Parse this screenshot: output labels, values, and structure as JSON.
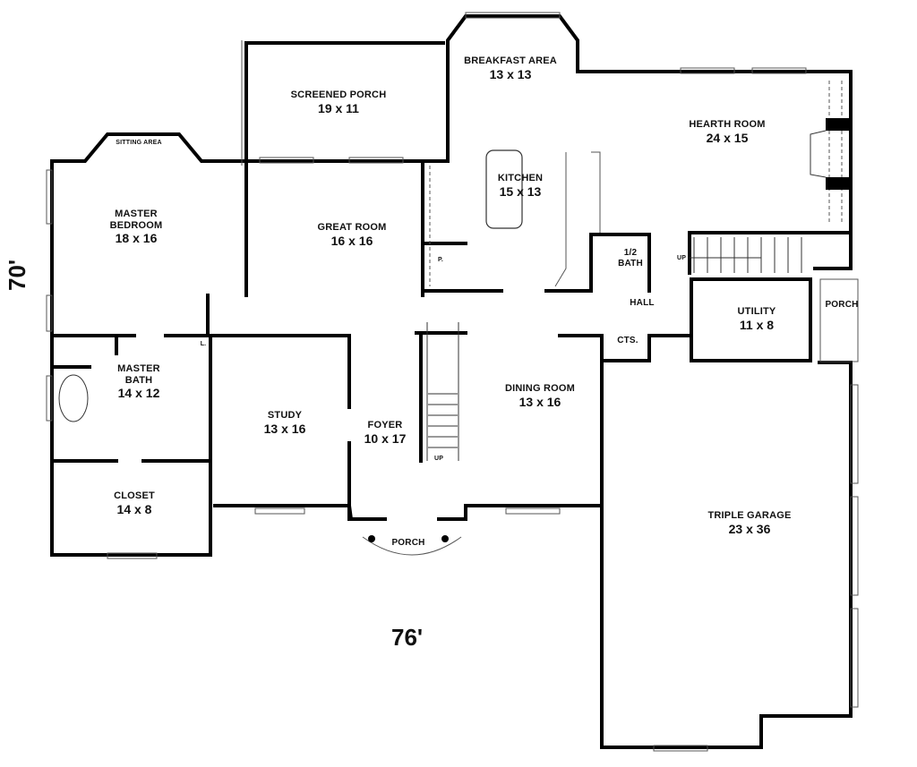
{
  "plan": {
    "overall_width": "76'",
    "overall_depth": "70'",
    "rooms": [
      {
        "name": "SCREENED PORCH",
        "size": "19 x 11"
      },
      {
        "name": "BREAKFAST AREA",
        "size": "13 x 13"
      },
      {
        "name": "HEARTH ROOM",
        "size": "24 x 15"
      },
      {
        "name": "SITTING AREA",
        "size": ""
      },
      {
        "name": "MASTER BEDROOM",
        "size": "18 x 16"
      },
      {
        "name": "GREAT ROOM",
        "size": "16 x 16"
      },
      {
        "name": "KITCHEN",
        "size": "15 x 13"
      },
      {
        "name": "1/2 BATH",
        "size": ""
      },
      {
        "name": "HALL",
        "size": ""
      },
      {
        "name": "UTILITY",
        "size": "11 x 8"
      },
      {
        "name": "PORCH",
        "size": ""
      },
      {
        "name": "MASTER BATH",
        "size": "14 x 12"
      },
      {
        "name": "STUDY",
        "size": "13 x 16"
      },
      {
        "name": "FOYER",
        "size": "10 x 17"
      },
      {
        "name": "DINING ROOM",
        "size": "13 x 16"
      },
      {
        "name": "CTS.",
        "size": ""
      },
      {
        "name": "CLOSET",
        "size": "14 x 8"
      },
      {
        "name": "PORCH",
        "size": ""
      },
      {
        "name": "TRIPLE GARAGE",
        "size": "23 x 36"
      }
    ],
    "annotations": {
      "pantry": "P.",
      "linen": "L.",
      "stair_up": "UP",
      "stair_up2": "UP"
    }
  }
}
